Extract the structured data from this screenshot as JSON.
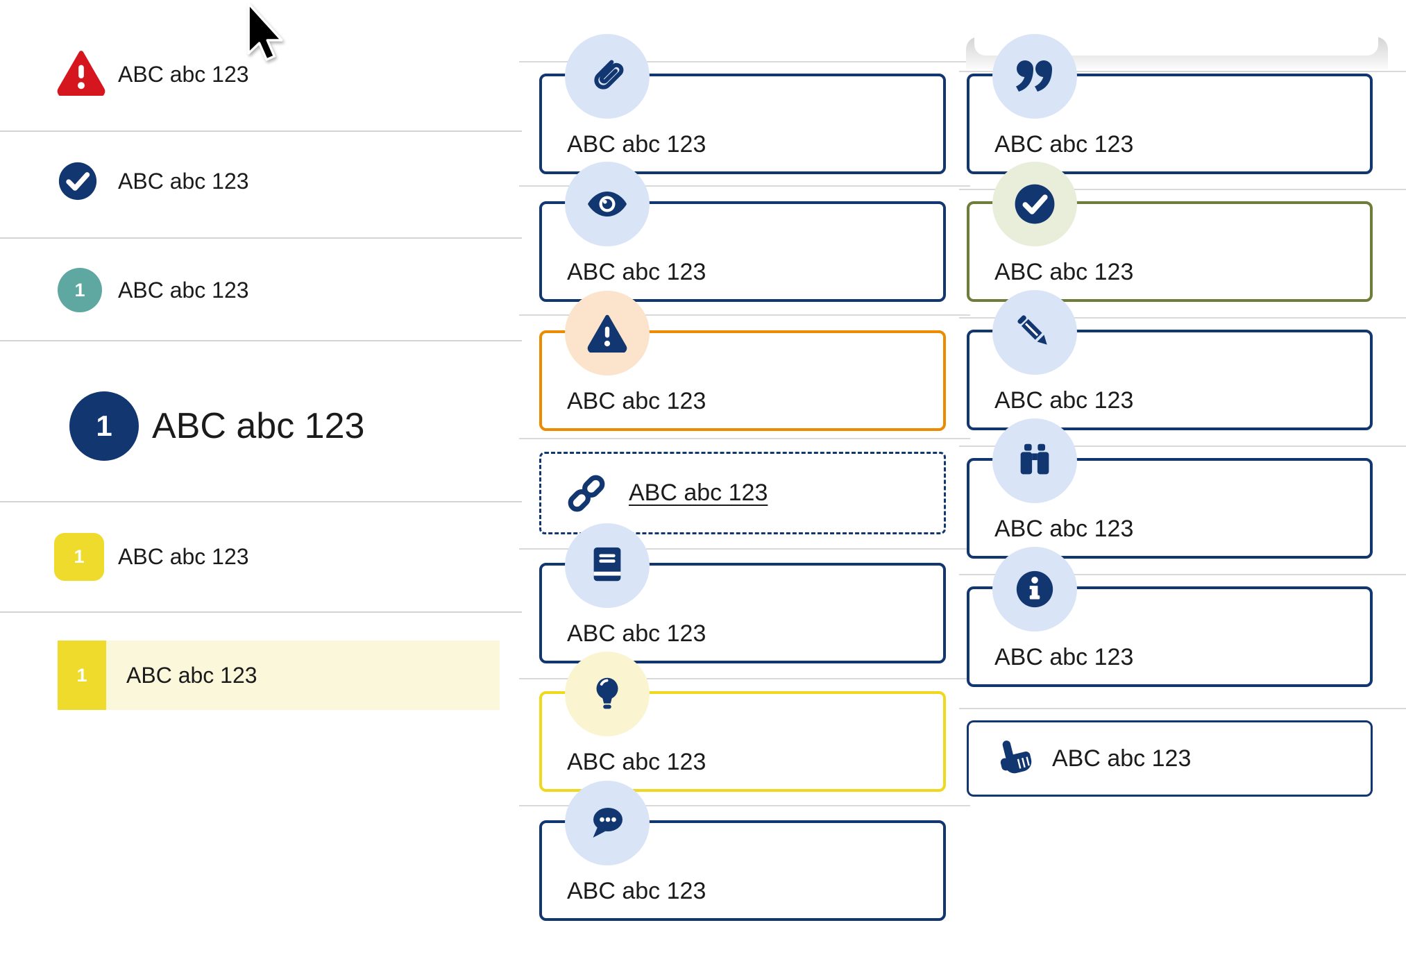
{
  "colors": {
    "navy": "#123670",
    "ink": "#1B1B1B",
    "light_blue_circle": "#D9E4F7",
    "alert_red": "#D6161E",
    "teal_badge": "#5FA7A1",
    "yellow_badge": "#EFDB2B",
    "yellow_row_highlight": "#FAF7DB",
    "orange_border": "#EC8A00",
    "peach_circle": "#FBE4CB",
    "olive_border": "#6F7D3B",
    "pale_green_circle": "#E9EEDB",
    "yellow_border": "#EFD91F",
    "pale_yellow_circle": "#FAF5D0",
    "divider_grey": "#D3D3D3",
    "separator_grey": "#D9D9D9"
  },
  "left_list": {
    "items": [
      {
        "icon": "alert-triangle-icon",
        "label": "ABC abc 123"
      },
      {
        "icon": "check-circle-icon",
        "label": "ABC abc 123"
      },
      {
        "icon": "teal-number-badge",
        "badge": "1",
        "label": "ABC abc 123"
      },
      {
        "icon": "navy-number-badge-large",
        "badge": "1",
        "label": "ABC abc 123"
      },
      {
        "icon": "yellow-number-badge",
        "badge": "1",
        "label": "ABC abc 123"
      },
      {
        "icon": "yellow-number-bar-highlight",
        "badge": "1",
        "label": "ABC abc 123"
      }
    ]
  },
  "middle_callouts": {
    "items": [
      {
        "icon": "paperclip-icon",
        "label": "ABC abc 123",
        "variant": "navy"
      },
      {
        "icon": "eye-icon",
        "label": "ABC abc 123",
        "variant": "navy"
      },
      {
        "icon": "alert-triangle-icon",
        "label": "ABC abc 123",
        "variant": "orange"
      },
      {
        "icon": "link-icon",
        "label": "ABC abc 123",
        "variant": "dashed-link"
      },
      {
        "icon": "book-icon",
        "label": "ABC abc 123",
        "variant": "navy"
      },
      {
        "icon": "lightbulb-icon",
        "label": "ABC abc 123",
        "variant": "yellow"
      },
      {
        "icon": "chat-icon",
        "label": "ABC abc 123",
        "variant": "navy"
      }
    ]
  },
  "right_callouts": {
    "items": [
      {
        "icon": "quote-icon",
        "label": "ABC abc 123",
        "variant": "navy"
      },
      {
        "icon": "check-circle-icon",
        "label": "ABC abc 123",
        "variant": "green"
      },
      {
        "icon": "pencil-icon",
        "label": "ABC abc 123",
        "variant": "navy"
      },
      {
        "icon": "binoculars-icon",
        "label": "ABC abc 123",
        "variant": "navy"
      },
      {
        "icon": "info-icon",
        "label": "ABC abc 123",
        "variant": "navy"
      },
      {
        "icon": "hand-pointer-icon",
        "label": "ABC abc 123",
        "variant": "navy-inline"
      }
    ]
  },
  "cursor": {
    "visible": true
  }
}
